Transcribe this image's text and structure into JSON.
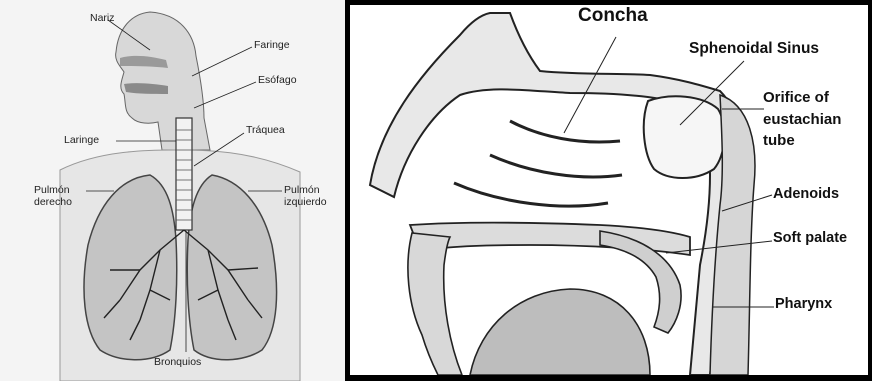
{
  "left_panel": {
    "labels": {
      "nariz": "Nariz",
      "faringe": "Faringe",
      "esofago": "Esófago",
      "laringe": "Laringe",
      "traquea": "Tráquea",
      "pulmon_derecho_1": "Pulmón",
      "pulmon_derecho_2": "derecho",
      "pulmon_izquierdo_1": "Pulmón",
      "pulmon_izquierdo_2": "izquierdo",
      "bronquios": "Bronquios"
    }
  },
  "right_panel": {
    "labels": {
      "concha": "Concha",
      "sphenoidal_sinus": "Sphenoidal Sinus",
      "orifice_1": "Orifice of",
      "orifice_2": "eustachian",
      "orifice_3": "tube",
      "adenoids": "Adenoids",
      "soft_palate": "Soft palate",
      "pharynx": "Pharynx"
    }
  }
}
